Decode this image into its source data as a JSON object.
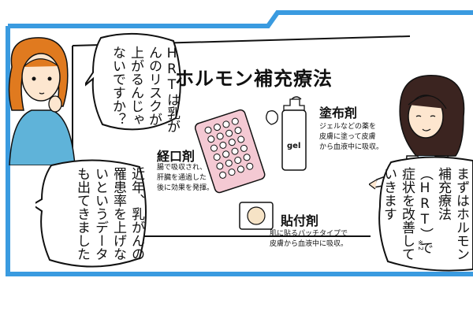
{
  "title": "ホルモン補充療法",
  "bubbles": {
    "patient_question": "HRTは乳がんのリスクが上がるんじゃないですか？",
    "patient_answer": "近年、乳がんの罹患率を上げないというデータも出てきました",
    "doctor": "まずはホルモン補充療法（HRT）で症状を改善していきます",
    "doctor_note": "※2"
  },
  "methods": {
    "oral": {
      "name": "経口剤",
      "desc": [
        "腸で吸収され、",
        "肝臓を通過した",
        "後に効果を発揮。"
      ]
    },
    "topical": {
      "name": "塗布剤",
      "desc": [
        "ジェルなどの薬を",
        "皮膚に塗って皮膚",
        "から血液中に吸収。"
      ]
    },
    "patch": {
      "name": "貼付剤",
      "desc": [
        "肌に貼るパッチタイプで",
        "皮膚から血液中に吸収。"
      ]
    }
  },
  "gel_label": "gel",
  "colors": {
    "frame": "#3a9be0",
    "board_border": "#111111",
    "pill_pack": "#f4c9d3",
    "patch": "#f6e3c6",
    "patient_hair": "#e07a1f",
    "patient_top": "#5fb3d9",
    "doctor_hair": "#3b2420"
  }
}
